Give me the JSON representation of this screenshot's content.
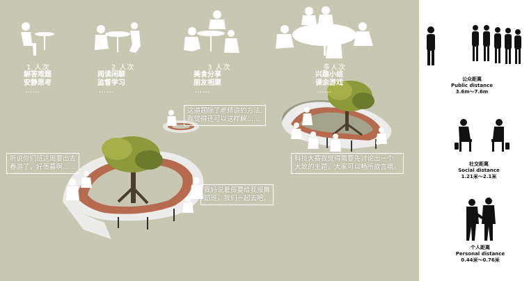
{
  "groups": [
    {
      "count": "1 人次",
      "activity": "解答难题\n安静思考",
      "dots": "……"
    },
    {
      "count": "2 人次",
      "activity": "阅读闲聊\n监督学习",
      "dots": "……"
    },
    {
      "count": "3 人次",
      "activity": "美食分享\n朋友相聚",
      "dots": "……"
    },
    {
      "count": "多人次",
      "activity": "兴趣小组\n课余游戏",
      "dots": "……"
    }
  ],
  "bubbles": {
    "teacher_method": "这道题除了老师讲的方法,\n我觉得还可以这样解……",
    "spring_trip": "听说你们班这周要出去\n春游了，好羡慕啊……",
    "dance_class": "我妈说暑假要给我报舞\n蹈班，我们一起去吧。",
    "science_fair": "科技大赛我觉得需要先讨论出一个\n大致的主题，大家可以畅所欲言哦。"
  },
  "distances": {
    "public": {
      "cn": "公众距离",
      "en": "Public distance",
      "range": "3.6m～7.6m"
    },
    "social": {
      "cn": "社交距离",
      "en": "Social distance",
      "range": "1.21米～2.1米"
    },
    "personal": {
      "cn": "个人距离",
      "en": "Personal distance",
      "range": "0.44米～0.76米"
    }
  },
  "colors": {
    "background": "#c8c8b2",
    "silhouette": "#ffffff",
    "bench": "#b66a4e",
    "tree": "#8d9a3a",
    "human": "#111111"
  }
}
